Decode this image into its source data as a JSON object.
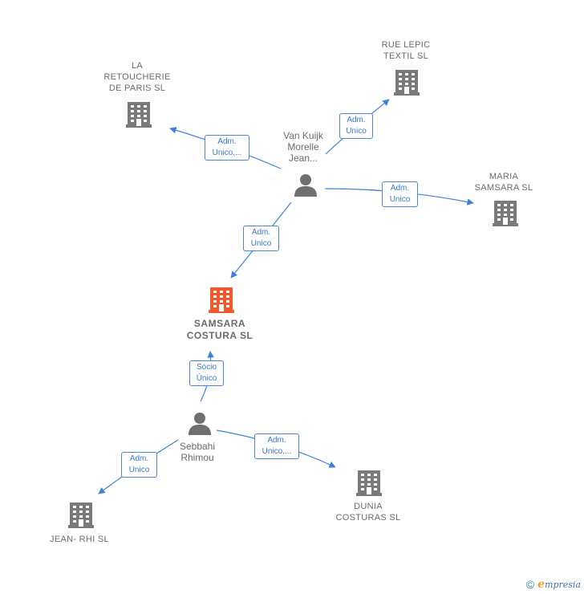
{
  "colors": {
    "company_icon": "#7a7a7a",
    "focus_icon": "#f05a2a",
    "person_icon": "#6f6f6f",
    "edge": "#3f80d8",
    "edge_label_text": "#3a78cf"
  },
  "icons": {
    "company": "building-icon",
    "focus": "building-icon-highlighted",
    "person": "person-icon"
  },
  "nodes": {
    "rue_lepic": {
      "label": "RUE LEPIC\nTEXTIL SL"
    },
    "la_retoucherie": {
      "label": "LA\nRETOUCHERIE\nDE PARIS SL"
    },
    "van_kuijk": {
      "label": "Van Kuijk\nMorelle\nJean..."
    },
    "maria_samsara": {
      "label": "MARIA\nSAMSARA  SL"
    },
    "samsara_costura": {
      "label": "SAMSARA\nCOSTURA  SL"
    },
    "sebbahi": {
      "label": "Sebbahi\nRhimou"
    },
    "dunia": {
      "label": "DUNIA\nCOSTURAS SL"
    },
    "jean_rhi": {
      "label": "JEAN- RHI  SL"
    }
  },
  "edges": {
    "vk_rue": {
      "label": "Adm.\nUnico"
    },
    "vk_retoucherie": {
      "label": "Adm.\nUnico,..."
    },
    "vk_maria": {
      "label": "Adm.\nUnico"
    },
    "vk_samsara": {
      "label": "Adm.\nUnico"
    },
    "seb_samsara": {
      "label": "Socio\nÚnico"
    },
    "seb_jean": {
      "label": "Adm.\nUnico"
    },
    "seb_dunia": {
      "label": "Adm.\nUnico,..."
    }
  },
  "footer": {
    "copyright": "©",
    "brand_initial": "e",
    "brand_rest": "mpresia"
  }
}
